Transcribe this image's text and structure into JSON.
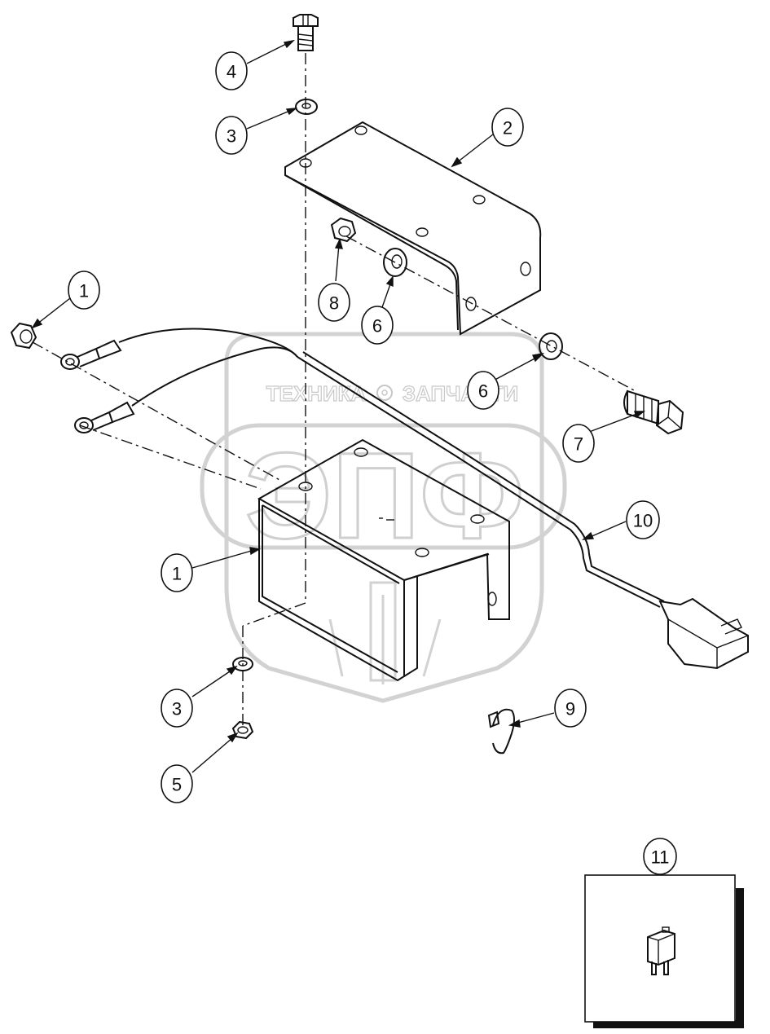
{
  "watermark": {
    "left_word": "ТЕХНИКА",
    "right_word": "ЗАПЧАСТИ",
    "monogram": "ЭПФ",
    "colors": {
      "stroke": "#c8c8c8"
    }
  },
  "callouts": [
    {
      "id": "c4",
      "label": "4"
    },
    {
      "id": "c3a",
      "label": "3"
    },
    {
      "id": "c2",
      "label": "2"
    },
    {
      "id": "c8",
      "label": "8"
    },
    {
      "id": "c6a",
      "label": "6"
    },
    {
      "id": "c1a",
      "label": "1"
    },
    {
      "id": "c6b",
      "label": "6"
    },
    {
      "id": "c7",
      "label": "7"
    },
    {
      "id": "c10",
      "label": "10"
    },
    {
      "id": "c1b",
      "label": "1"
    },
    {
      "id": "c3b",
      "label": "3"
    },
    {
      "id": "c9",
      "label": "9"
    },
    {
      "id": "c5",
      "label": "5"
    },
    {
      "id": "c11",
      "label": "11"
    }
  ],
  "colors": {
    "ink": "#111111",
    "background": "#ffffff"
  }
}
